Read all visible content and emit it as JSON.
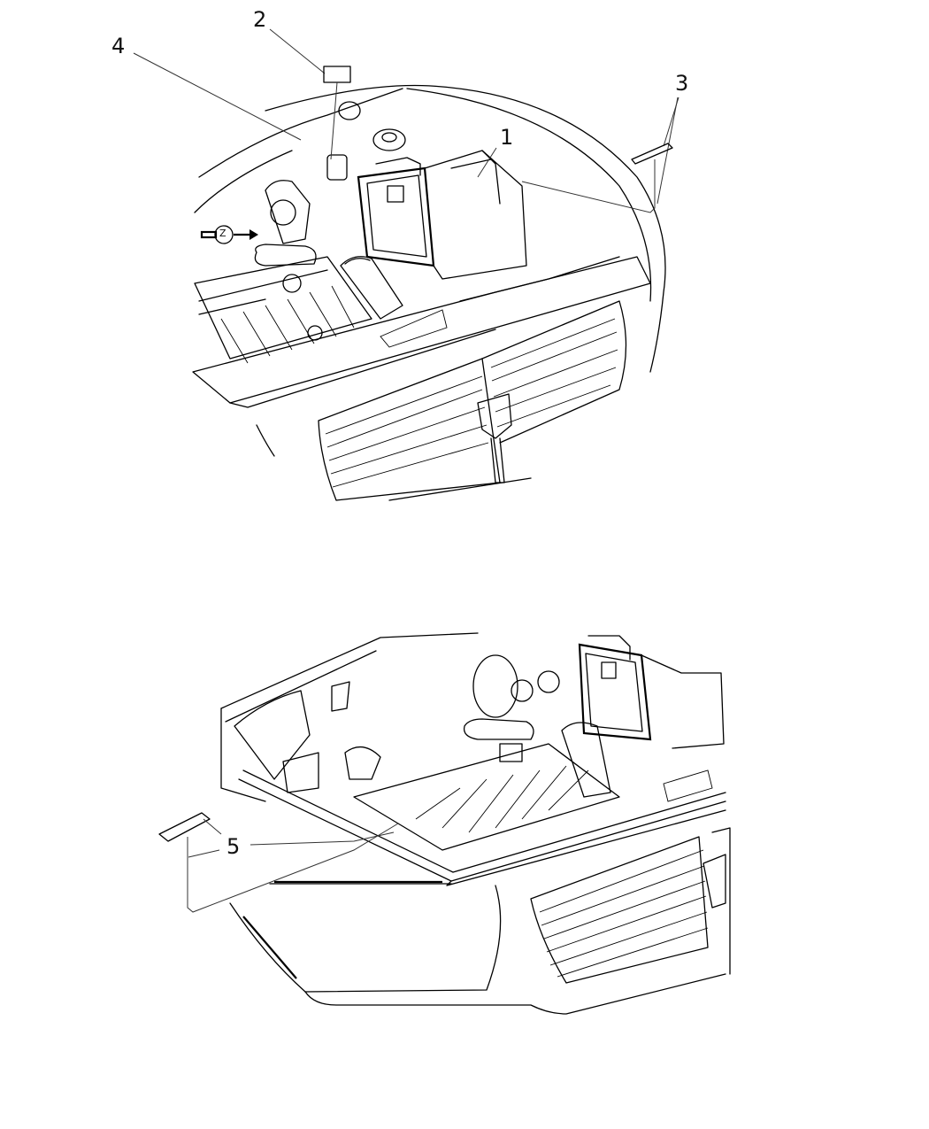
{
  "diagram": {
    "type": "parts-illustration",
    "subject": "Engine compartment labels (front view with grille)",
    "views": [
      {
        "name": "upper-view",
        "description": "Engine bay viewed from front-left above, hood open, grille visible",
        "callouts": [
          {
            "id": "1",
            "label": "1",
            "target": "module / box top label"
          },
          {
            "id": "2",
            "label": "2",
            "target": "label (rectangle) near strut area"
          },
          {
            "id": "3",
            "label": "3",
            "target": "label on radiator support right side"
          },
          {
            "id": "4",
            "label": "4",
            "target": "label on left fender/cowl area"
          }
        ],
        "direction_marker": {
          "label": "Z",
          "icon": "arrow-right-icon"
        }
      },
      {
        "name": "lower-view",
        "description": "Engine bay viewed from front-right with bumper fascia",
        "callouts": [
          {
            "id": "5",
            "label": "5",
            "target": "label on front radiator support / bumper area"
          }
        ]
      }
    ]
  },
  "labels": {
    "c1": "1",
    "c2": "2",
    "c3": "3",
    "c4": "4",
    "c5": "5",
    "z": "Z"
  }
}
